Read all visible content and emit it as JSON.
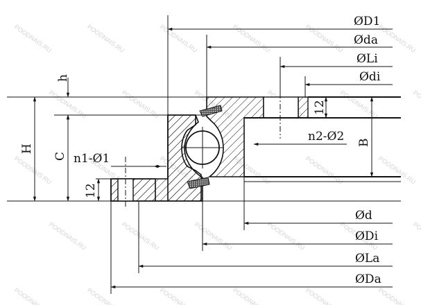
{
  "labels": {
    "D1": "ØD1",
    "da": "Øda",
    "Li": "ØLi",
    "di": "Ødi",
    "d": "Ød",
    "Di": "ØDi",
    "La": "ØLa",
    "Da": "ØDa",
    "h": "h",
    "H": "H",
    "C": "C",
    "B": "B",
    "n1": "n1-Ø1",
    "n2": "n2-Ø2",
    "twelve_top": "12",
    "twelve_bottom": "12"
  },
  "watermark": "POODNAIS.RU",
  "colors": {
    "line": "#111111",
    "background": "#ffffff",
    "watermark": "#d4d4d4"
  }
}
